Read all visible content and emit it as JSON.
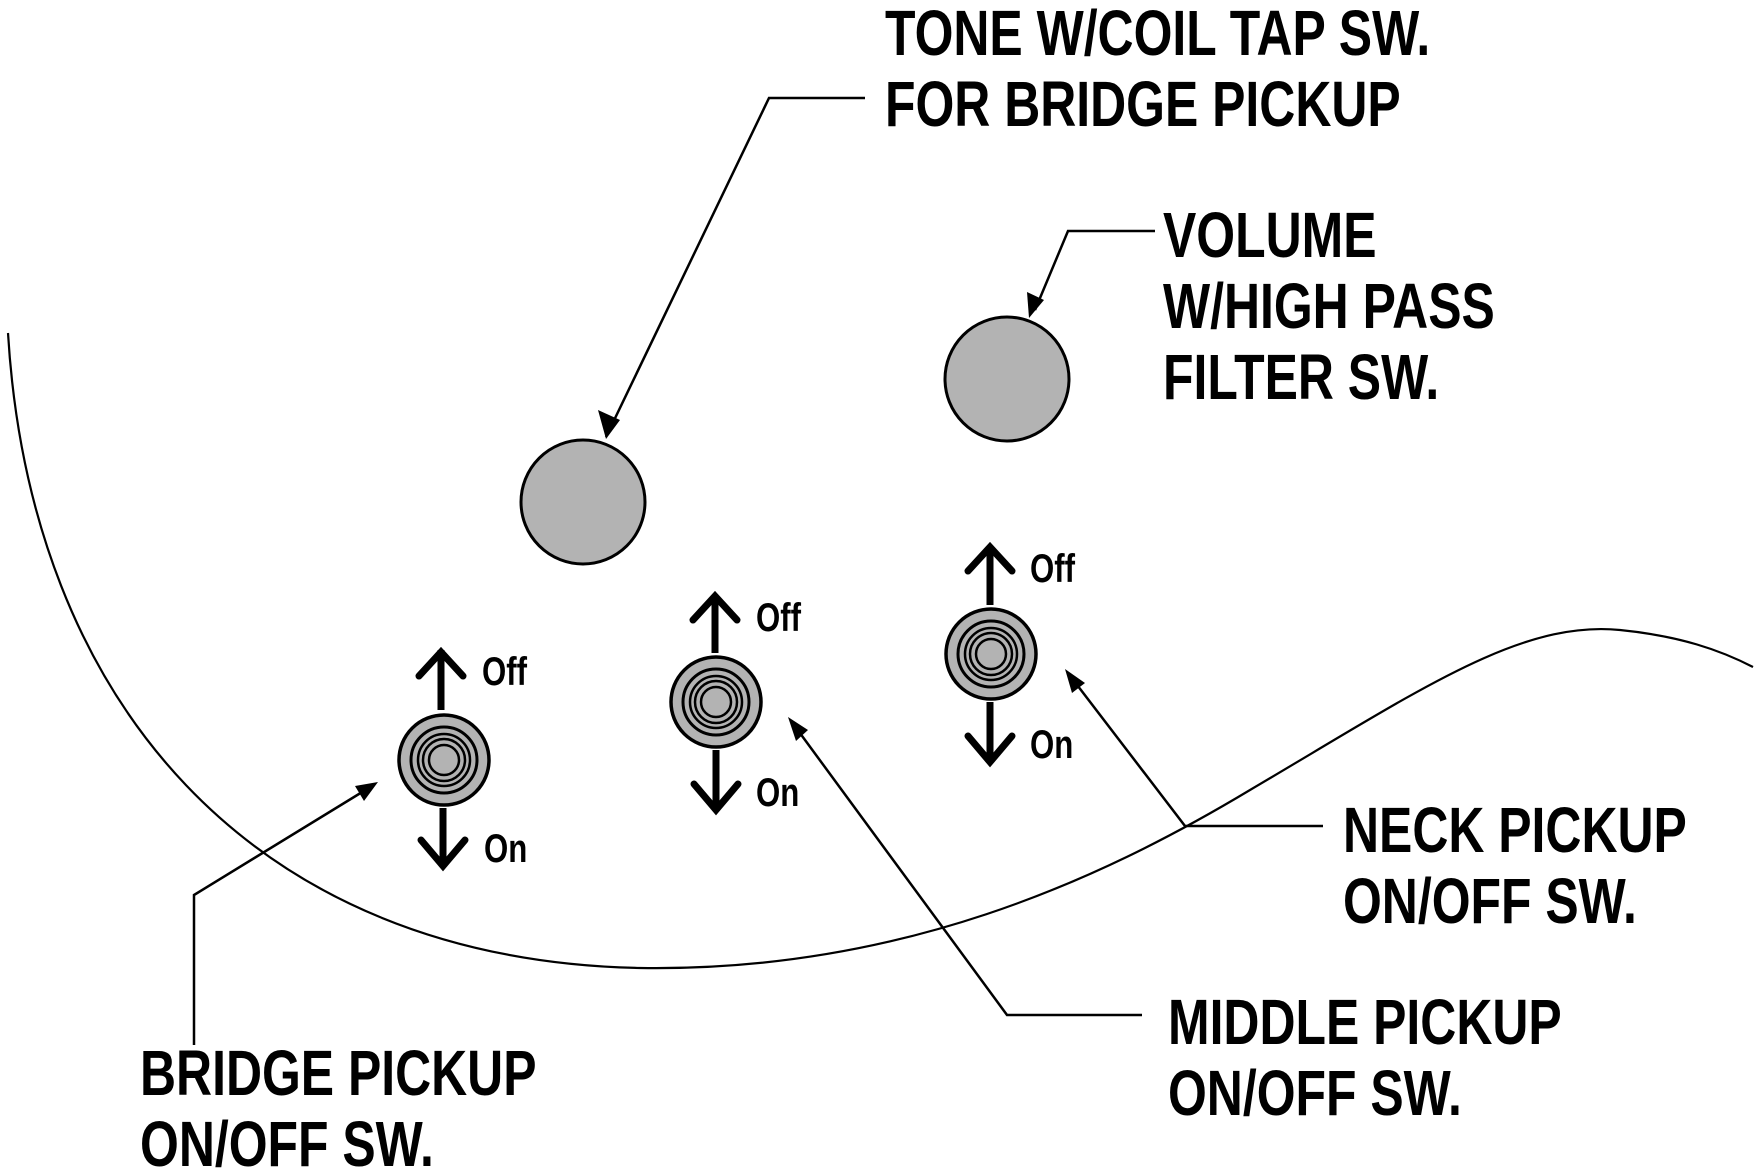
{
  "title": "Guitar control layout",
  "colors": {
    "knob_fill": "#b3b3b3",
    "outline": "#000000",
    "background": "#ffffff"
  },
  "controls": {
    "tone": {
      "type": "knob",
      "label_lines": [
        "TONE W/COIL TAP SW.",
        "FOR BRIDGE PICKUP"
      ]
    },
    "volume": {
      "type": "knob",
      "label_lines": [
        "VOLUME",
        "W/HIGH PASS",
        "FILTER SW."
      ]
    },
    "bridge_switch": {
      "type": "toggle-switch",
      "label_lines": [
        "BRIDGE PICKUP",
        "ON/OFF SW."
      ],
      "up_label": "Off",
      "down_label": "On"
    },
    "middle_switch": {
      "type": "toggle-switch",
      "label_lines": [
        "MIDDLE PICKUP",
        "ON/OFF SW."
      ],
      "up_label": "Off",
      "down_label": "On"
    },
    "neck_switch": {
      "type": "toggle-switch",
      "label_lines": [
        "NECK PICKUP",
        "ON/OFF SW."
      ],
      "up_label": "Off",
      "down_label": "On"
    }
  }
}
